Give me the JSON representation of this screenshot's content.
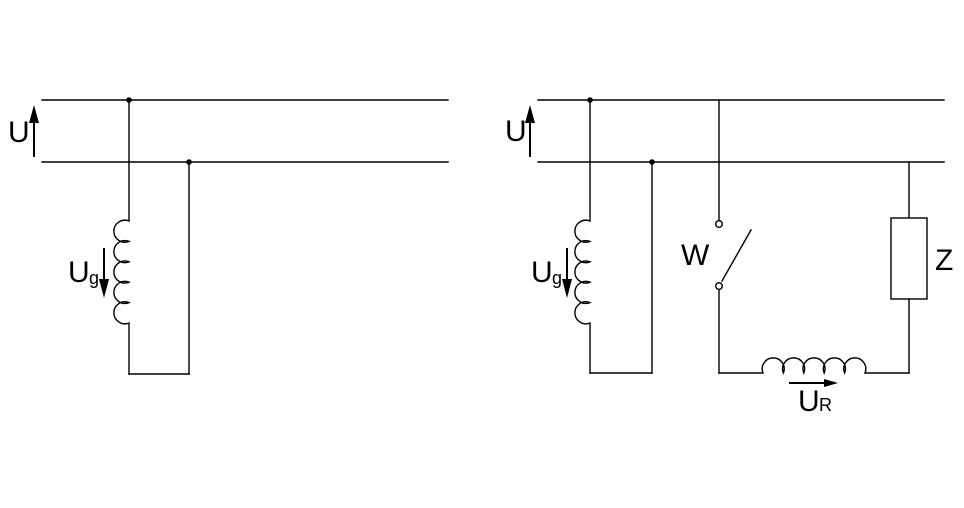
{
  "colors": {
    "line": "#000000",
    "text": "#000000",
    "background": "#ffffff"
  },
  "left_circuit": {
    "supply_voltage": {
      "label": "U"
    },
    "generator_voltage": {
      "label": "U",
      "subscript": "g"
    }
  },
  "right_circuit": {
    "supply_voltage": {
      "label": "U"
    },
    "generator_voltage": {
      "label": "U",
      "subscript": "g"
    },
    "switch": {
      "label": "W"
    },
    "impedance": {
      "label": "Z"
    },
    "reactor_voltage": {
      "label": "U",
      "subscript": "R"
    }
  }
}
